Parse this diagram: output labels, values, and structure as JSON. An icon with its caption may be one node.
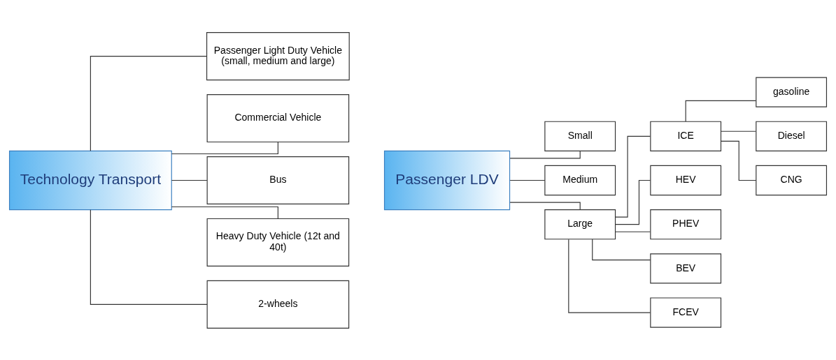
{
  "diagram": {
    "nodes": [
      {
        "text": [
          "Technology Transport"
        ]
      },
      {
        "text": [
          "Passenger Light Duty Vehicle (small, medium and large)"
        ]
      },
      {
        "text": [
          "Commercial Vehicle"
        ]
      },
      {
        "text": [
          "Bus"
        ]
      },
      {
        "text": [
          "Heavy Duty Vehicle (12t and 40t)"
        ]
      },
      {
        "text": [
          "2-wheels"
        ]
      },
      {
        "text": [
          "Passenger LDV"
        ]
      },
      {
        "text": [
          "Small"
        ]
      },
      {
        "text": [
          "Medium"
        ]
      },
      {
        "text": [
          "Large"
        ]
      },
      {
        "text": [
          "ICE"
        ]
      },
      {
        "text": [
          "HEV"
        ]
      },
      {
        "text": [
          "PHEV"
        ]
      },
      {
        "text": [
          "BEV"
        ]
      },
      {
        "text": [
          "FCEV"
        ]
      },
      {
        "text": [
          "gasoline"
        ]
      },
      {
        "text": [
          "Diesel"
        ]
      },
      {
        "text": [
          "CNG"
        ]
      }
    ],
    "edges": [
      {
        "from": 0,
        "to": 1,
        "arrow": "none"
      },
      {
        "from": 0,
        "to": 2,
        "arrow": "none"
      },
      {
        "from": 0,
        "to": 3,
        "arrow": "none"
      },
      {
        "from": 0,
        "to": 4,
        "arrow": "none"
      },
      {
        "from": 0,
        "to": 5,
        "arrow": "none"
      },
      {
        "from": 6,
        "to": 7,
        "arrow": "none"
      },
      {
        "from": 6,
        "to": 8,
        "arrow": "none"
      },
      {
        "from": 6,
        "to": 9,
        "arrow": "none"
      },
      {
        "from": 9,
        "to": 10,
        "arrow": "none"
      },
      {
        "from": 9,
        "to": 11,
        "arrow": "none"
      },
      {
        "from": 9,
        "to": 12,
        "arrow": "none"
      },
      {
        "from": 9,
        "to": 13,
        "arrow": "none"
      },
      {
        "from": 9,
        "to": 14,
        "arrow": "none"
      },
      {
        "from": 10,
        "to": 15,
        "arrow": "none"
      },
      {
        "from": 10,
        "to": 16,
        "arrow": "none"
      },
      {
        "from": 10,
        "to": 17,
        "arrow": "none"
      }
    ]
  }
}
